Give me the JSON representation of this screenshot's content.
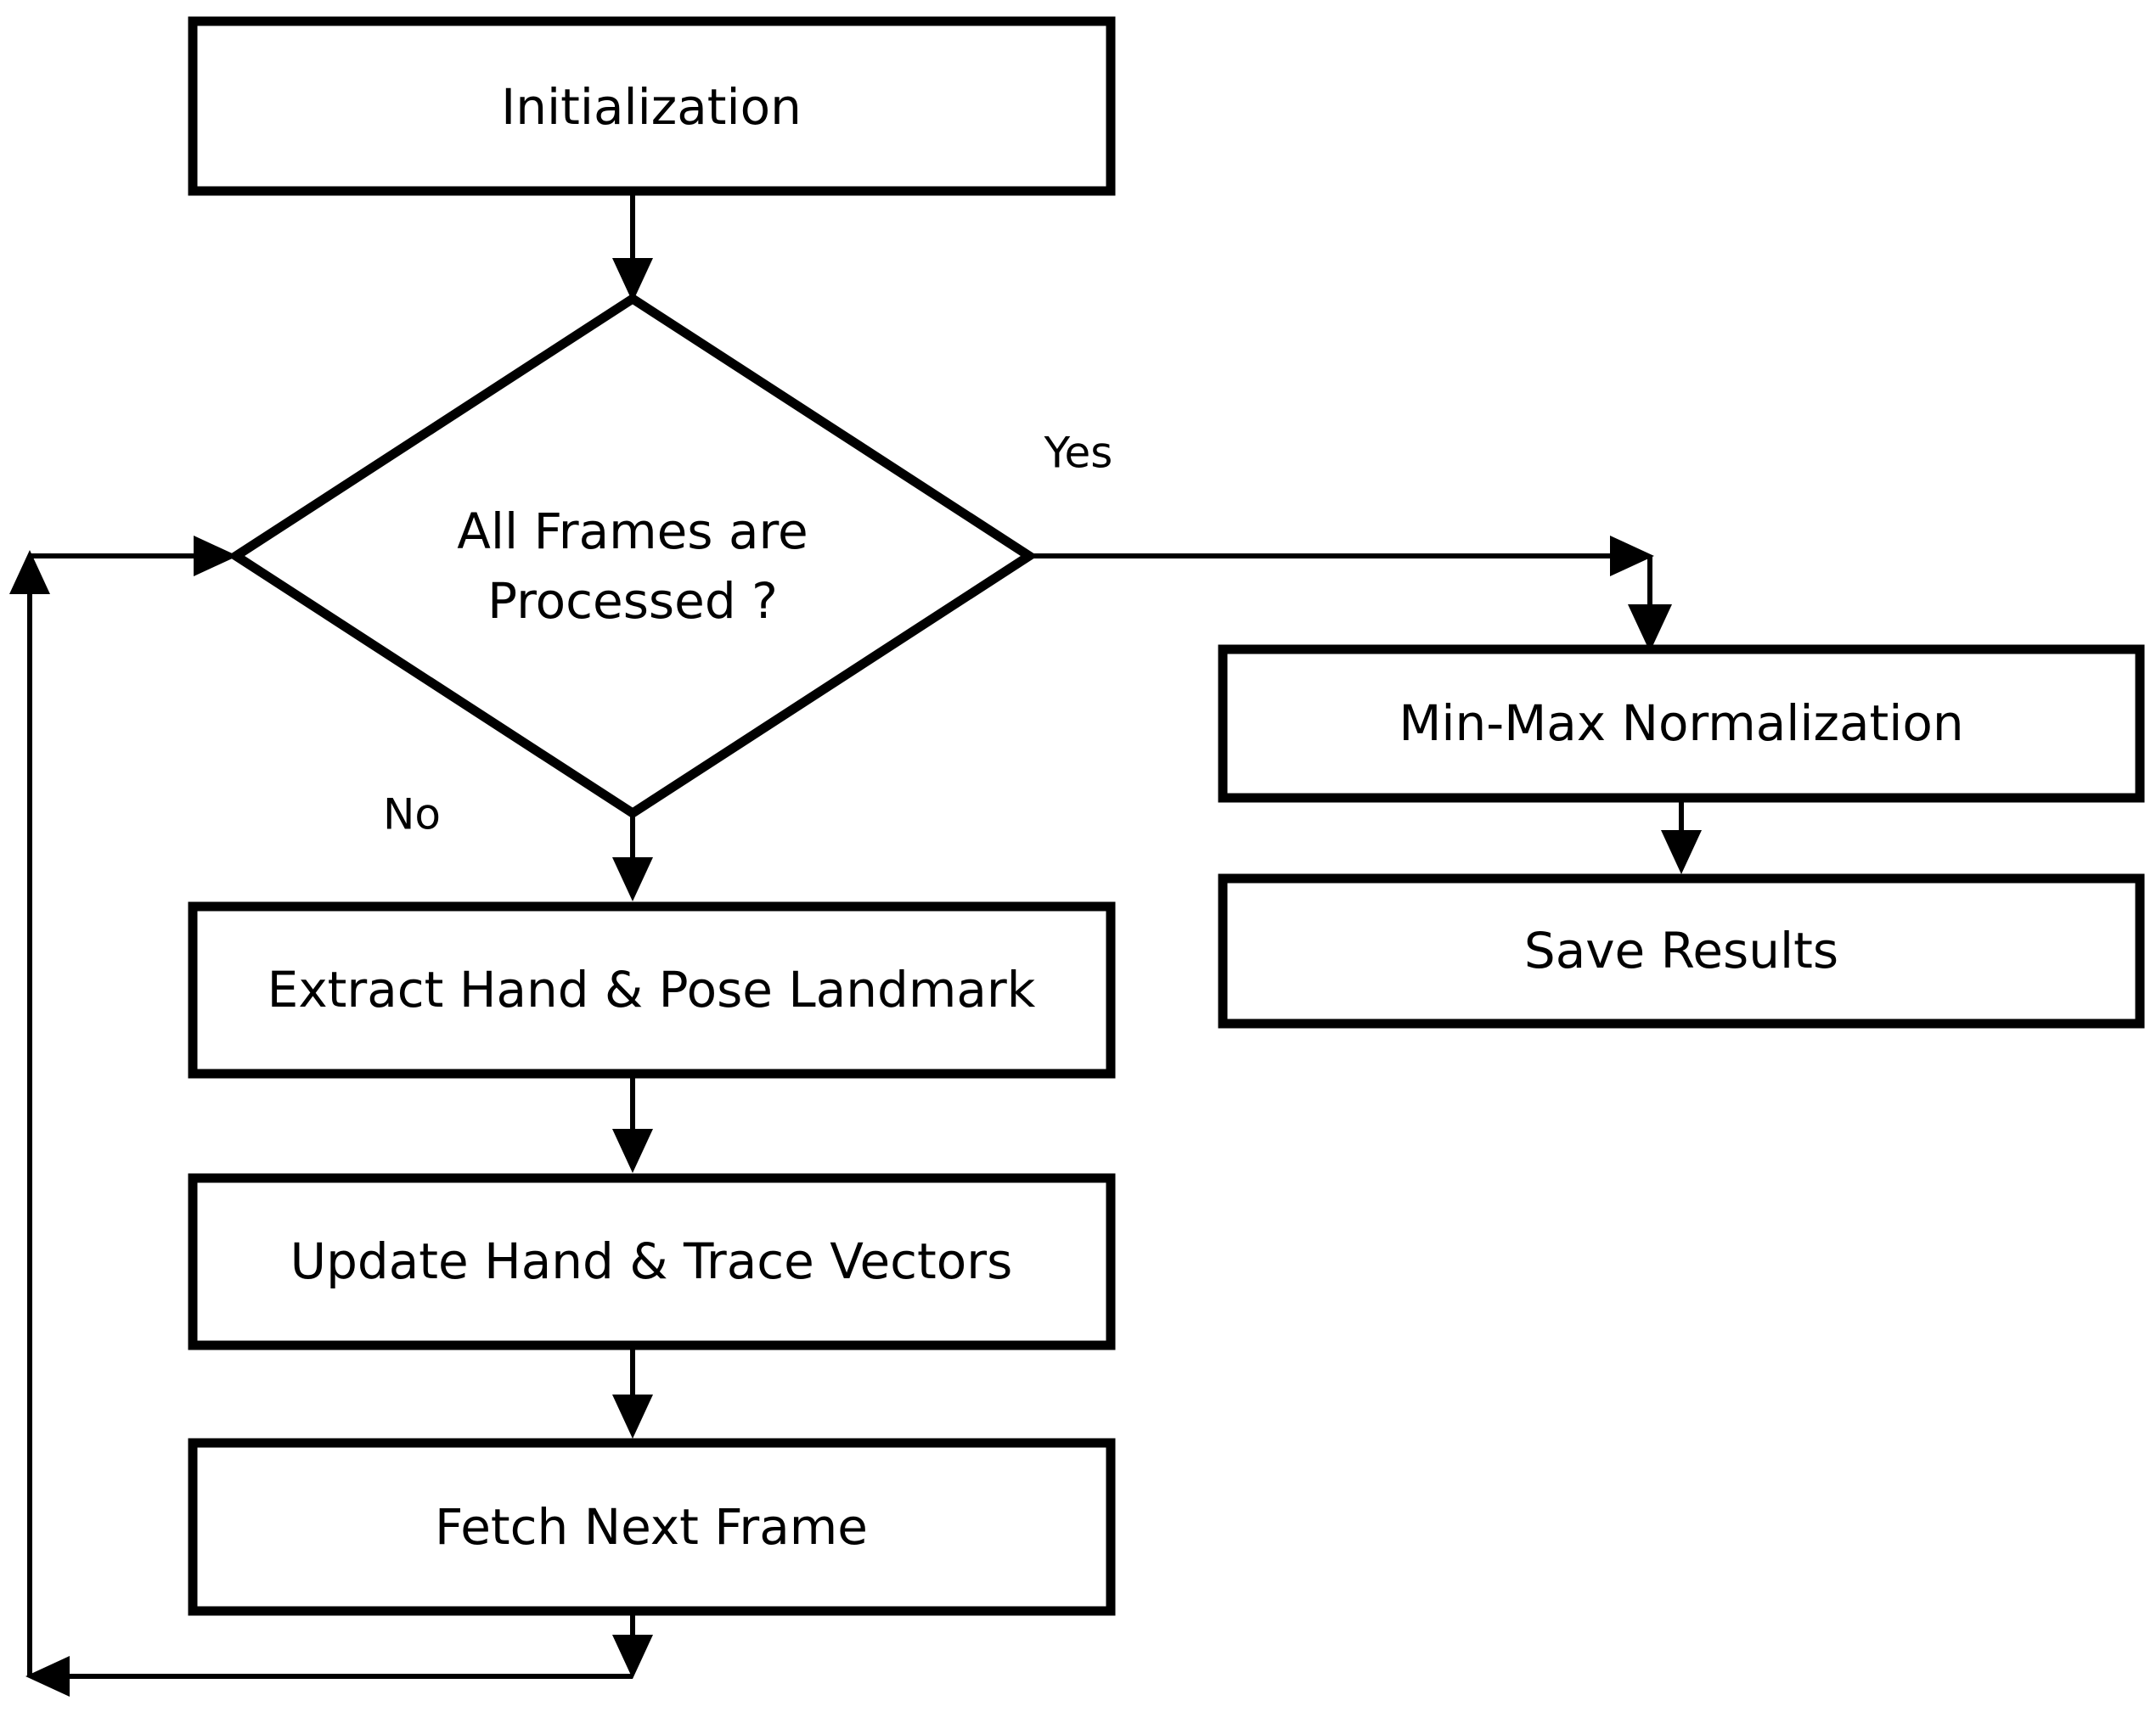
{
  "diagram": {
    "type": "flowchart",
    "title": "",
    "background_color": "#ffffff",
    "line_color": "#000000",
    "text_color": "#000000",
    "nodes": [
      {
        "id": "init",
        "shape": "process",
        "label": "Initialization"
      },
      {
        "id": "decision",
        "shape": "decision",
        "label_line1": "All Frames are",
        "label_line2": "Processed ?"
      },
      {
        "id": "extract",
        "shape": "process",
        "label": "Extract Hand & Pose Landmark"
      },
      {
        "id": "update",
        "shape": "process",
        "label": "Update Hand & Trace Vectors"
      },
      {
        "id": "fetch",
        "shape": "process",
        "label": "Fetch Next Frame"
      },
      {
        "id": "normalize",
        "shape": "process",
        "label": "Min-Max Normalization"
      },
      {
        "id": "save",
        "shape": "process",
        "label": "Save Results"
      }
    ],
    "edge_labels": {
      "yes": "Yes",
      "no": "No"
    },
    "edges": [
      {
        "from": "init",
        "to": "decision",
        "label": ""
      },
      {
        "from": "decision",
        "to": "normalize",
        "label": "Yes"
      },
      {
        "from": "decision",
        "to": "extract",
        "label": "No"
      },
      {
        "from": "extract",
        "to": "update",
        "label": ""
      },
      {
        "from": "update",
        "to": "fetch",
        "label": ""
      },
      {
        "from": "fetch",
        "to": "decision",
        "label": ""
      },
      {
        "from": "normalize",
        "to": "save",
        "label": ""
      }
    ]
  }
}
